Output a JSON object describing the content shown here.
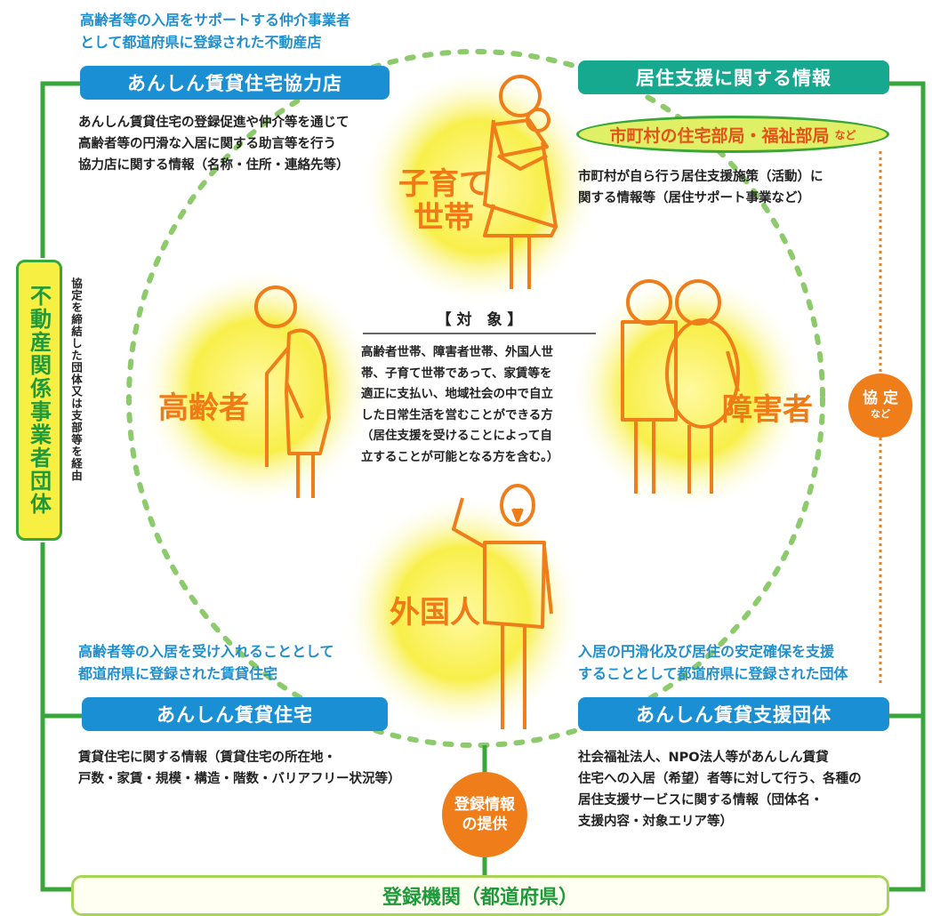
{
  "top_left": {
    "caption_line1": "高齢者等の入居をサポートする仲介事業者",
    "caption_line2": "として都道府県に登録された不動産店",
    "banner": "あんしん賃貸住宅協力店",
    "desc_line1": "あんしん賃貸住宅の登録促進や仲介等を通じて",
    "desc_line2": "高齢者等の円滑な入居に関する助言等を行う",
    "desc_line3": "協力店に関する情報（名称・住所・連絡先等）"
  },
  "top_right": {
    "banner": "居住支援に関する情報",
    "oval_main": "市町村の住宅部局・福祉部局",
    "oval_suffix": "など",
    "desc_line1": "市町村が自ら行う居住支援施策（活動）に",
    "desc_line2": "関する情報等（居住サポート事業など）"
  },
  "left_side": {
    "vertical_label": "不動産関係事業者団体",
    "vertical_note": "協定を締結した団体又は支部等を経由"
  },
  "center": {
    "heading": "【 対　象 】",
    "body_line1": "高齢者世帯、障害者世帯、外国人世",
    "body_line2": "帯、子育て世帯であって、家賃等を",
    "body_line3": "適正に支払い、地域社会の中で自立",
    "body_line4": "した日常生活を営むことができる方",
    "body_line5": "（居住支援を受けることによって自",
    "body_line6": "立することが可能となる方を含む。）"
  },
  "figures": {
    "child_line1": "子育て",
    "child_line2": "世帯",
    "elderly": "高齢者",
    "disabled": "障害者",
    "foreigner": "外国人"
  },
  "kyotei": {
    "line1": "協 定",
    "line2": "など"
  },
  "bottom_left": {
    "caption_line1": "高齢者等の入居を受け入れることとして",
    "caption_line2": "都道府県に登録された賃貸住宅",
    "banner": "あんしん賃貸住宅",
    "desc_line1": "賃貸住宅に関する情報（賃貸住宅の所在地・",
    "desc_line2": "戸数・家賃・規模・構造・階数・バリアフリー状況等）"
  },
  "bottom_right": {
    "caption_line1": "入居の円滑化及び居住の安定確保を支援",
    "caption_line2": "することとして都道府県に登録された団体",
    "banner": "あんしん賃貸支援団体",
    "desc_line1": "社会福祉法人、NPO法人等があんしん賃貸",
    "desc_line2": "住宅への入居（希望）者等に対して行う、各種の",
    "desc_line3": "居住支援サービスに関する情報（団体名・",
    "desc_line4": "支援内容・対象エリア等）"
  },
  "provide": {
    "line1": "登録情報",
    "line2": "の提供"
  },
  "footer": {
    "label": "登録機関（都道府県）"
  },
  "colors": {
    "green": "#38a63a",
    "blue": "#1b8fd4",
    "teal": "#17a98f",
    "orange": "#ef7d1a",
    "yellow": "#f5ee3a"
  }
}
